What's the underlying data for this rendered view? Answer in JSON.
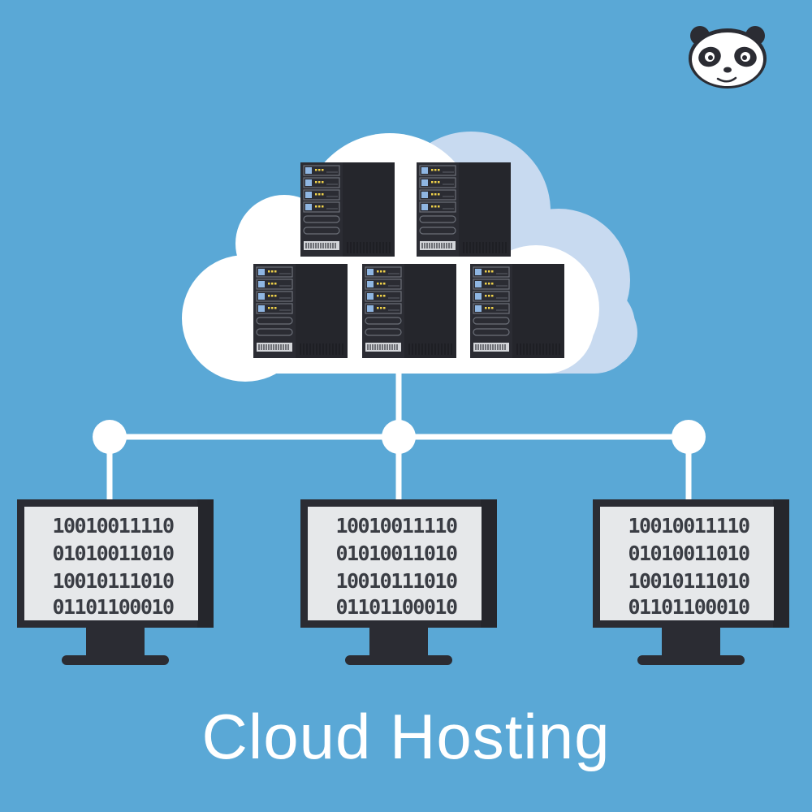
{
  "title": "Cloud Hosting",
  "colors": {
    "background": "#5aa8d6",
    "cloud": "#ffffff",
    "cloud_shadow": "#c8daf0",
    "server": "#2b2c33",
    "network": "#ffffff",
    "screen": "#e6e8ea",
    "binary_text": "#3a3d44"
  },
  "logo": {
    "icon": "panda-icon"
  },
  "cloud": {
    "server_rows": [
      2,
      3
    ]
  },
  "monitors": [
    {
      "lines": [
        "10010011110",
        "01010011010",
        "10010111010",
        "01101100010"
      ]
    },
    {
      "lines": [
        "10010011110",
        "01010011010",
        "10010111010",
        "01101100010"
      ]
    },
    {
      "lines": [
        "10010011110",
        "01010011010",
        "10010111010",
        "01101100010"
      ]
    }
  ]
}
